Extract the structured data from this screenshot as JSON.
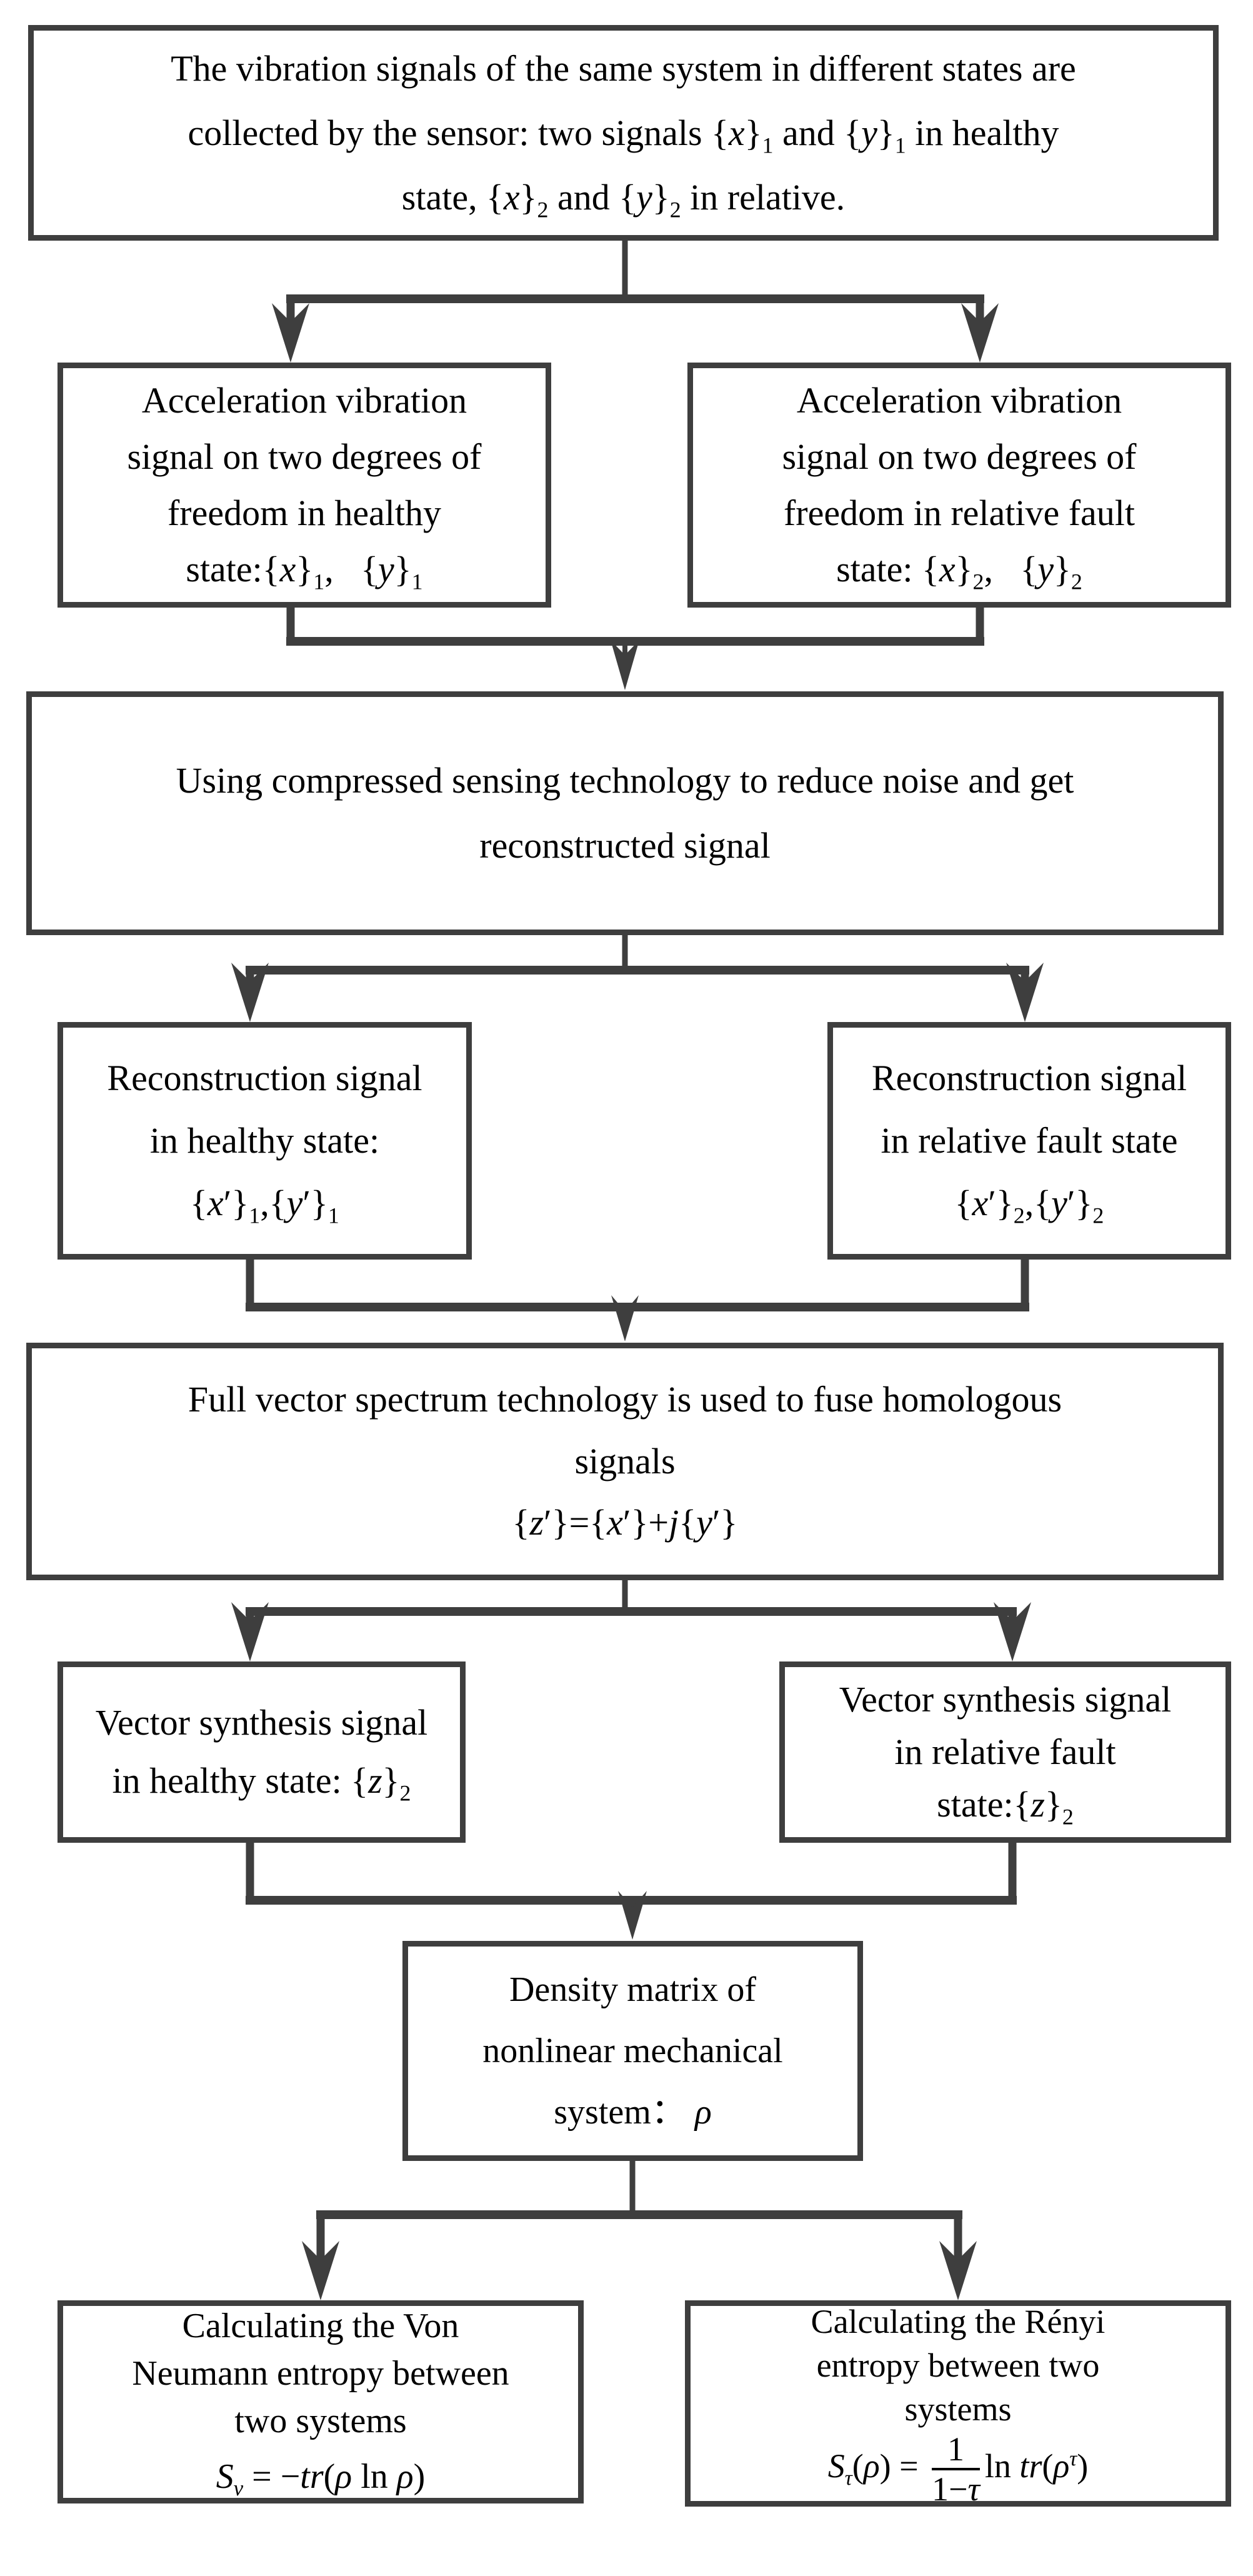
{
  "diagram": {
    "title": "Entropy-based fault diagnosis flowchart",
    "colors": {
      "line": "#3e3e3e",
      "text": "#000000",
      "background": "#ffffff"
    },
    "boxes": {
      "collect": {
        "lines": [
          "The vibration signals of the same system in different states are",
          "collected by the sensor: two signals {<i>x</i>}<sub>1</sub> and {<i>y</i>}<sub>1</sub> in healthy",
          "state, {<i>x</i>}<sub>2</sub> and {<i>y</i>}<sub>2</sub> in relative."
        ]
      },
      "accel_healthy": {
        "lines": [
          "Acceleration vibration",
          "signal on two degrees of",
          "freedom in healthy",
          "state:{<i>x</i>}<sub>1</sub>,&nbsp;&nbsp; {<i>y</i>}<sub>1</sub>"
        ]
      },
      "accel_fault": {
        "lines": [
          "Acceleration vibration",
          "signal on two degrees of",
          "freedom in relative fault",
          "state: {<i>x</i>}<sub>2</sub>,&nbsp;&nbsp; {<i>y</i>}<sub>2</sub>"
        ]
      },
      "compressed_sensing": {
        "lines": [
          "Using compressed sensing technology to reduce noise and get",
          "reconstructed signal"
        ]
      },
      "recon_healthy": {
        "lines": [
          "Reconstruction signal",
          "in healthy state:",
          "{<i>x</i>′}<sub>1</sub>,{<i>y</i>′}<sub>1</sub>"
        ]
      },
      "recon_fault": {
        "lines": [
          "Reconstruction signal",
          "in relative fault state",
          "{<i>x</i>′}<sub>2</sub>,{<i>y</i>′}<sub>2</sub>"
        ]
      },
      "full_vector": {
        "lines": [
          "Full vector spectrum technology is used to fuse homologous",
          "signals",
          "{<i>z</i>′}={<i>x</i>′}+<i>j</i>{<i>y</i>′}"
        ]
      },
      "synth_healthy": {
        "lines": [
          "Vector synthesis signal",
          "in healthy state: {<i>z</i>}<sub>2</sub>"
        ]
      },
      "synth_fault": {
        "lines": [
          "Vector synthesis signal",
          "in relative fault",
          "state:{<i>z</i>}<sub>2</sub>"
        ]
      },
      "density_matrix": {
        "lines": [
          "Density matrix of",
          "nonlinear mechanical",
          "system：&nbsp;<i>ρ</i>"
        ]
      },
      "von_neumann": {
        "lines": [
          "Calculating the Von",
          "Neumann entropy between",
          "two systems",
          "<i>S</i><sub><i>v</i></sub> = −<i>tr</i>(<i>ρ</i> ln <i>ρ</i>)"
        ]
      },
      "renyi": {
        "lines": [
          "Calculating the Rényi",
          "entropy between two",
          "systems",
          "<i>S</i><sub><i>τ</i></sub>(<i>ρ</i>) = <span class='frac'><span class='top'>1</span><span class='bot'>1−<i>τ</i></span></span>ln <i>tr</i>(<i>ρ</i><sup><i>τ</i></sup>)"
        ]
      }
    }
  }
}
